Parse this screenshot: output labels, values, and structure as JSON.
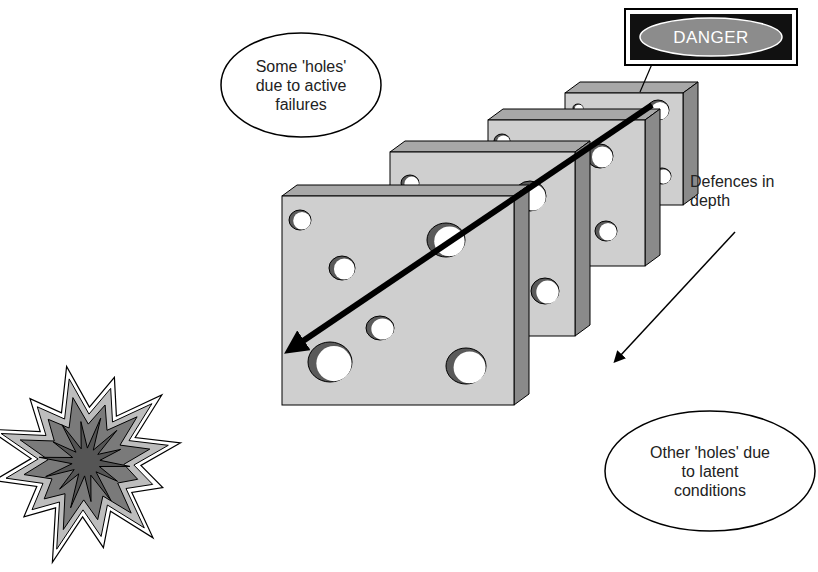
{
  "diagram": {
    "nodes": [
      {
        "text": [
          "Some 'holes' due to active failures"
        ]
      },
      {
        "text": [
          "DANGER"
        ]
      },
      {
        "text": [
          "Other 'holes' due to latent conditions"
        ]
      }
    ],
    "labels": [
      "Defences in depth"
    ]
  }
}
